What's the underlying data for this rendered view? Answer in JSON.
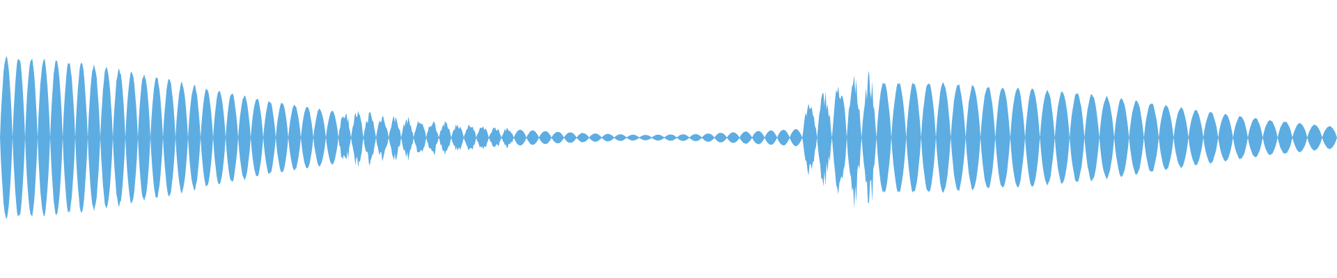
{
  "chart_data": {
    "type": "area",
    "title": "",
    "xlabel": "",
    "ylabel": "",
    "grid": false,
    "legend": "none",
    "color": "#5dade2",
    "ylim": [
      -1,
      1
    ],
    "series": [
      {
        "name": "",
        "segments": [
          {
            "x_start": 0.0,
            "x_end": 0.6,
            "amplitude_points": [
              [
                0.0,
                0.92
              ],
              [
                0.04,
                0.88
              ],
              [
                0.08,
                0.8
              ],
              [
                0.12,
                0.68
              ],
              [
                0.16,
                0.54
              ],
              [
                0.2,
                0.42
              ],
              [
                0.24,
                0.32
              ],
              [
                0.28,
                0.24
              ],
              [
                0.32,
                0.17
              ],
              [
                0.36,
                0.12
              ],
              [
                0.4,
                0.08
              ],
              [
                0.44,
                0.05
              ],
              [
                0.48,
                0.03
              ],
              [
                0.52,
                0.04
              ],
              [
                0.56,
                0.07
              ],
              [
                0.6,
                0.1
              ]
            ],
            "lobes": 64,
            "noise_start": 0.25,
            "noise_end": 0.38
          },
          {
            "x_start": 0.6,
            "x_end": 1.0,
            "amplitude_points": [
              [
                0.6,
                0.28
              ],
              [
                0.625,
                0.55
              ],
              [
                0.65,
                0.63
              ],
              [
                0.7,
                0.62
              ],
              [
                0.75,
                0.58
              ],
              [
                0.8,
                0.52
              ],
              [
                0.85,
                0.42
              ],
              [
                0.9,
                0.3
              ],
              [
                0.95,
                0.2
              ],
              [
                1.0,
                0.12
              ]
            ],
            "lobes": 36,
            "noise_start": 0.6,
            "noise_end": 0.66
          }
        ]
      }
    ]
  }
}
